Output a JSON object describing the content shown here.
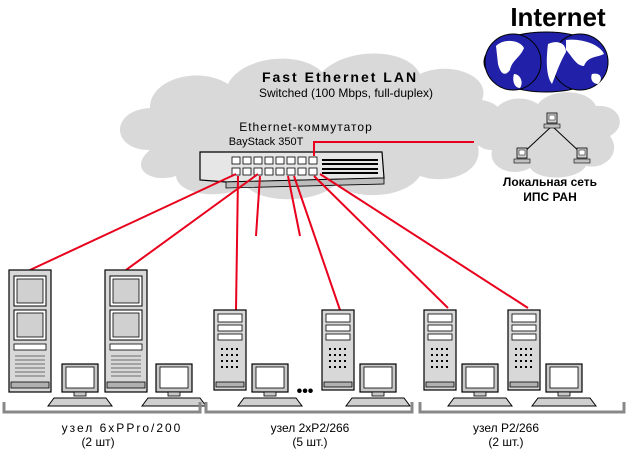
{
  "internet": {
    "label": "Internet"
  },
  "lan": {
    "title": "Fast Ethernet LAN",
    "subtitle": "Switched (100 Mbps, full-duplex)"
  },
  "switch": {
    "label": "Ethernet-коммутатор",
    "model": "BayStack 350T"
  },
  "local_net": {
    "line1": "Локальная сеть",
    "line2": "ИПС РАН"
  },
  "groups": [
    {
      "line1": "узел 6xPPro/200",
      "line2": "(2 шт)"
    },
    {
      "line1": "узел 2xP2/266",
      "line2": "(5 шт.)"
    },
    {
      "line1": "узел P2/266",
      "line2": "(2 шт.)"
    }
  ],
  "ellipsis": "•••",
  "colors": {
    "link": "#e8001c",
    "cloud": "#d9d9d9",
    "ocean": "#2020a8",
    "land": "#ffffff",
    "frame": "#000000"
  }
}
